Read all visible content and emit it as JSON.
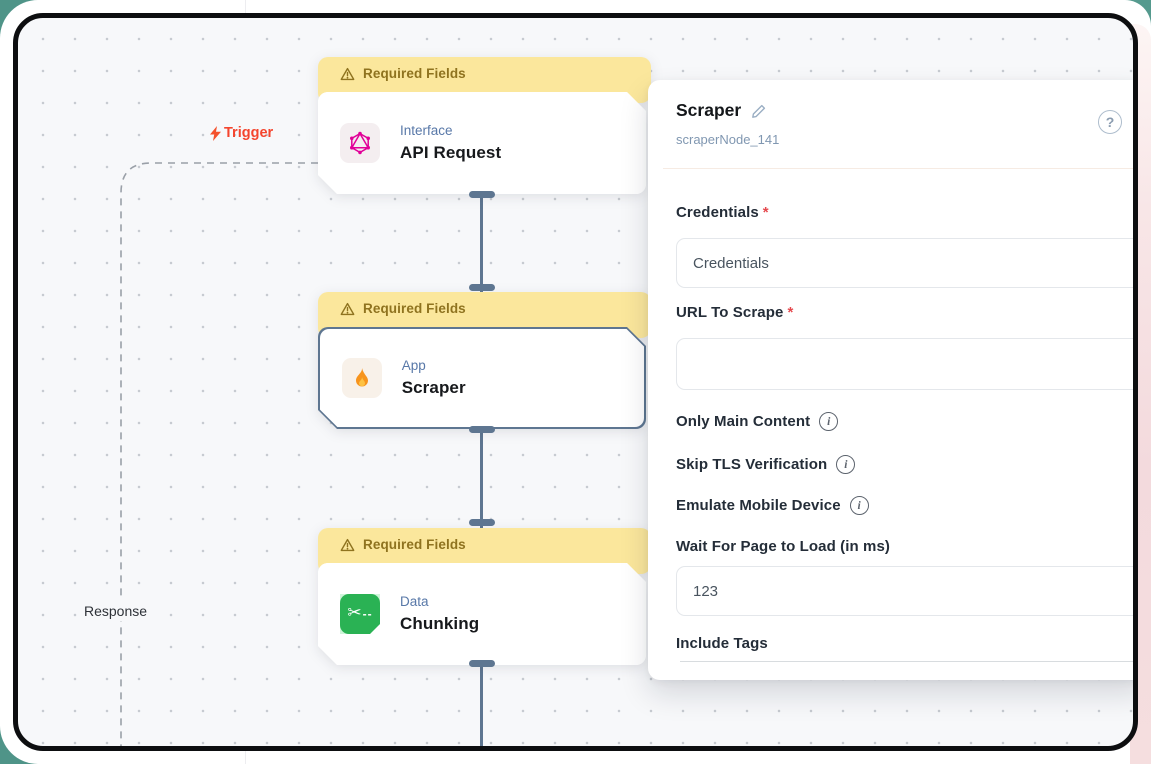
{
  "canvas": {
    "trigger_label": "Trigger",
    "response_label": "Response",
    "nodes": [
      {
        "banner": "Required Fields",
        "category": "Interface",
        "title": "API Request",
        "icon": "graphql-icon"
      },
      {
        "banner": "Required Fields",
        "category": "App",
        "title": "Scraper",
        "icon": "flame-icon"
      },
      {
        "banner": "Required Fields",
        "category": "Data",
        "title": "Chunking",
        "icon": "scissors-icon"
      }
    ]
  },
  "panel": {
    "title": "Scraper",
    "node_id": "scraperNode_141",
    "asterisk": "*",
    "help_glyph": "?",
    "info_glyph": "i",
    "fields": {
      "credentials": {
        "label": "Credentials",
        "value": "Credentials"
      },
      "url": {
        "label": "URL To Scrape",
        "value": ""
      },
      "only_main": {
        "label": "Only Main Content"
      },
      "skip_tls": {
        "label": "Skip TLS Verification"
      },
      "emulate_mobile": {
        "label": "Emulate Mobile Device"
      },
      "wait_for_load": {
        "label": "Wait For Page to Load (in ms)",
        "value": "123"
      },
      "include_tags": {
        "label": "Include Tags"
      }
    }
  },
  "icons": {
    "scissors_glyph": "✂",
    "scissors_dashes": "--"
  },
  "colors": {
    "banner_bg": "#fbe79c",
    "banner_text": "#8f731f",
    "connector": "#5e7691",
    "trigger_red": "#f4452e",
    "category_blue": "#5878a8",
    "scissors_green": "#2ab254",
    "graphql_pink": "#e10098",
    "flame_orange": "#f7941d",
    "frame_black": "#0d0e10",
    "canvas_bg": "#f7f8fa",
    "teal_accent": "#4f9488",
    "pink_accent": "#f3dadd"
  }
}
